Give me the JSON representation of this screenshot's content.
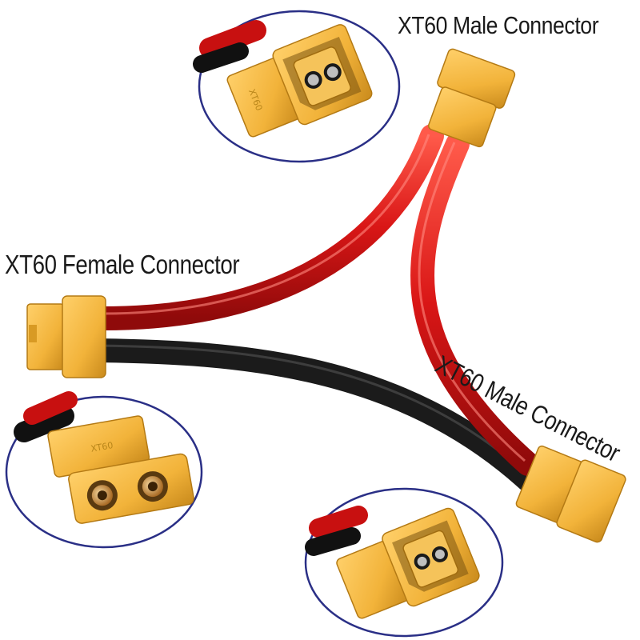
{
  "labels": {
    "top_male": "XT60 Male Connector",
    "female": "XT60 Female Connector",
    "bottom_male": "XT60 Male Connector"
  },
  "emboss_text": "XT60",
  "colors": {
    "connector_yellow": "#f2b33a",
    "connector_shadow": "#c98a1c",
    "wire_red": "#d91616",
    "wire_black": "#1b1b1b",
    "callout_ring": "#2a2f86",
    "pin_gold": "#c98a3a"
  }
}
